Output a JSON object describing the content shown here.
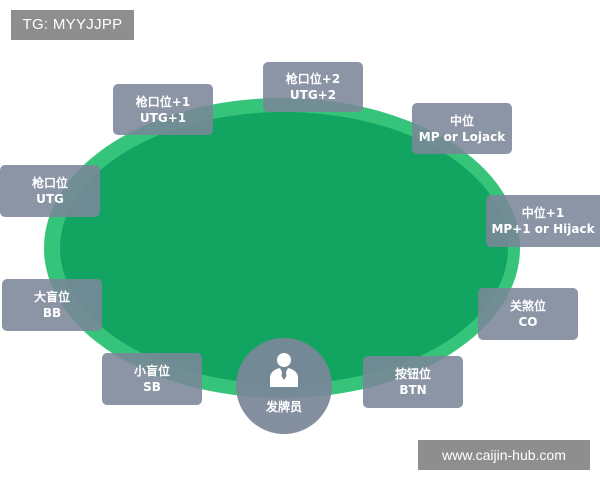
{
  "badge": {
    "text": "TG: MYYJJPP"
  },
  "seats": {
    "utg2": {
      "cn": "枪口位+2",
      "en": "UTG+2"
    },
    "utg1": {
      "cn": "枪口位+1",
      "en": "UTG+1"
    },
    "mp": {
      "cn": "中位",
      "en": "MP or Lojack"
    },
    "utg": {
      "cn": "枪口位",
      "en": "UTG"
    },
    "mp1": {
      "cn": "中位+1",
      "en": "MP+1 or Hijack"
    },
    "bb": {
      "cn": "大盲位",
      "en": "BB"
    },
    "co": {
      "cn": "关煞位",
      "en": "CO"
    },
    "sb": {
      "cn": "小盲位",
      "en": "SB"
    },
    "btn": {
      "cn": "按钮位",
      "en": "BTN"
    }
  },
  "dealer": {
    "label": "发牌员",
    "icon": "dealer-person-icon"
  },
  "watermark": {
    "text": "www.caijin-hub.com"
  },
  "colors": {
    "table_outer": "#35c47a",
    "table_inner": "#11a561",
    "seat": "#7b8699"
  }
}
